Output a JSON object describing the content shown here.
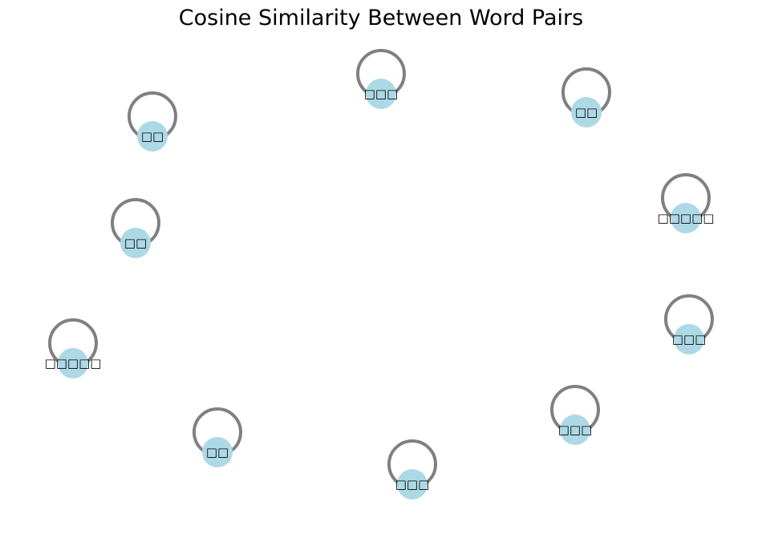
{
  "title": "Cosine Similarity Between Word Pairs",
  "colors": {
    "node_fill": "#add8e6",
    "edge_stroke": "#808080",
    "label_text": "#000000",
    "background": "#ffffff"
  },
  "graph": {
    "type": "network",
    "edge_style": "self-loop",
    "nodes": [
      {
        "id": "n1",
        "label": "□□□"
      },
      {
        "id": "n2",
        "label": "□□"
      },
      {
        "id": "n3",
        "label": "□□□□□"
      },
      {
        "id": "n4",
        "label": "□□□"
      },
      {
        "id": "n5",
        "label": "□□□"
      },
      {
        "id": "n6",
        "label": "□□□"
      },
      {
        "id": "n7",
        "label": "□□"
      },
      {
        "id": "n8",
        "label": "□□□□□"
      },
      {
        "id": "n9",
        "label": "□□"
      },
      {
        "id": "n10",
        "label": "□□"
      }
    ],
    "edges": [
      {
        "source": "n1",
        "target": "n1"
      },
      {
        "source": "n2",
        "target": "n2"
      },
      {
        "source": "n3",
        "target": "n3"
      },
      {
        "source": "n4",
        "target": "n4"
      },
      {
        "source": "n5",
        "target": "n5"
      },
      {
        "source": "n6",
        "target": "n6"
      },
      {
        "source": "n7",
        "target": "n7"
      },
      {
        "source": "n8",
        "target": "n8"
      },
      {
        "source": "n9",
        "target": "n9"
      },
      {
        "source": "n10",
        "target": "n10"
      }
    ]
  }
}
